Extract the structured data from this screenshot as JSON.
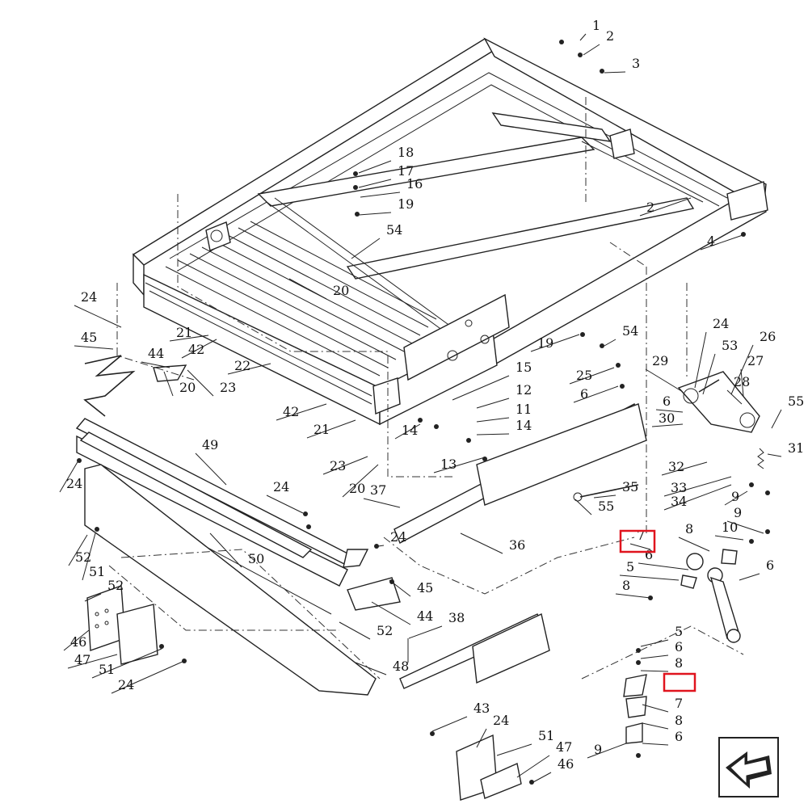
{
  "diagram": {
    "highlight_color": "#e0141e",
    "icon": "navigation-arrow-icon",
    "callouts": [
      "1",
      "2",
      "3",
      "2",
      "4",
      "18",
      "17",
      "16",
      "19",
      "54",
      "20",
      "24",
      "45",
      "44",
      "21",
      "42",
      "22",
      "23",
      "20",
      "42",
      "21",
      "15",
      "12",
      "11",
      "14",
      "14",
      "13",
      "23",
      "20",
      "19",
      "54",
      "25",
      "6",
      "24",
      "53",
      "26",
      "29",
      "27",
      "28",
      "6",
      "30",
      "55",
      "31",
      "32",
      "33",
      "34",
      "9",
      "35",
      "55",
      "37",
      "36",
      "49",
      "24",
      "50",
      "24",
      "52",
      "51",
      "24",
      "45",
      "44",
      "52",
      "48",
      "52",
      "46",
      "47",
      "51",
      "24",
      "38",
      "7",
      "8",
      "6",
      "5",
      "8",
      "6",
      "9",
      "10",
      "5",
      "6",
      "8",
      "7",
      "8",
      "6",
      "9",
      "43",
      "24",
      "51",
      "47",
      "46",
      "52"
    ],
    "highlighted_callouts": [
      "7",
      "7"
    ]
  }
}
